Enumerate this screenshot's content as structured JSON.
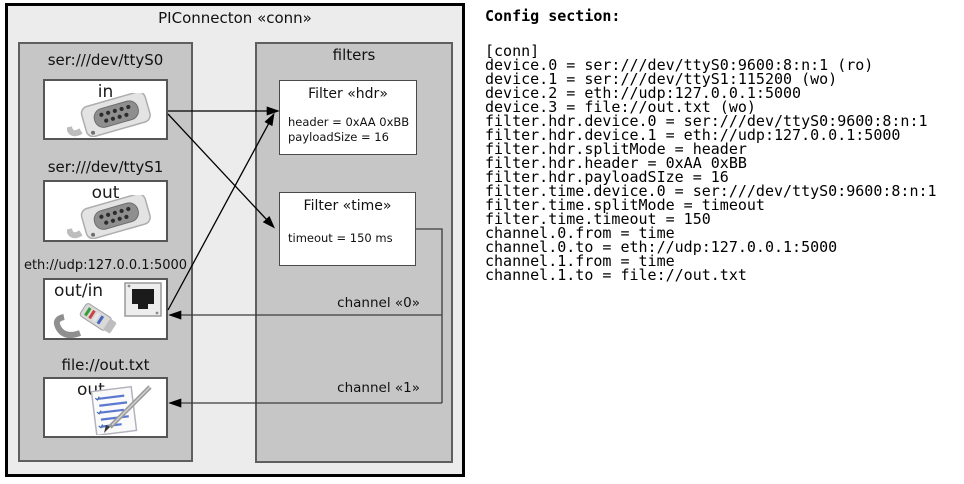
{
  "diagram": {
    "title": "PIConnecton «conn»",
    "devices_group": {
      "devices": [
        {
          "uri": "ser:///dev/ttyS0",
          "mode": "in",
          "icon": "serial-db9-connector-icon"
        },
        {
          "uri": "ser:///dev/ttyS1",
          "mode": "out",
          "icon": "serial-db9-connector-icon"
        },
        {
          "uri": "eth://udp:127.0.0.1:5000",
          "mode": "out/in",
          "icon": "ethernet-rj45-icon"
        },
        {
          "uri": "file://out.txt",
          "mode": "out",
          "icon": "file-notes-icon"
        }
      ]
    },
    "filters_group": {
      "title": "filters",
      "filters": [
        {
          "title": "Filter «hdr»",
          "attributes": [
            "header = 0xAA 0xBB",
            "payloadSize = 16"
          ]
        },
        {
          "title": "Filter «time»",
          "attributes": [
            "timeout = 150 ms"
          ]
        }
      ]
    },
    "channels": [
      {
        "label": "channel «0»"
      },
      {
        "label": "channel «1»"
      }
    ]
  },
  "config": {
    "heading": "Config section:",
    "lines": [
      "[conn]",
      "device.0 = ser:///dev/ttyS0:9600:8:n:1 (ro)",
      "device.1 = ser:///dev/ttyS1:115200 (wo)",
      "device.2 = eth://udp:127.0.0.1:5000",
      "device.3 = file://out.txt (wo)",
      "filter.hdr.device.0 = ser:///dev/ttyS0:9600:8:n:1",
      "filter.hdr.device.1 = eth://udp:127.0.0.1:5000",
      "filter.hdr.splitMode = header",
      "filter.hdr.header = 0xAA 0xBB",
      "filter.hdr.payloadSIze = 16",
      "filter.time.device.0 = ser:///dev/ttyS0:9600:8:n:1",
      "filter.time.splitMode = timeout",
      "filter.time.timeout = 150",
      "channel.0.from = time",
      "channel.0.to = eth://udp:127.0.0.1:5000",
      "channel.1.from = time",
      "channel.1.to = file://out.txt"
    ]
  },
  "colors": {
    "outer_border": "#000000",
    "outer_fill": "#ececec",
    "group_fill": "#c6c6c6",
    "group_border": "#5f5f5f",
    "box_fill": "#ffffff",
    "text": "#111111"
  }
}
